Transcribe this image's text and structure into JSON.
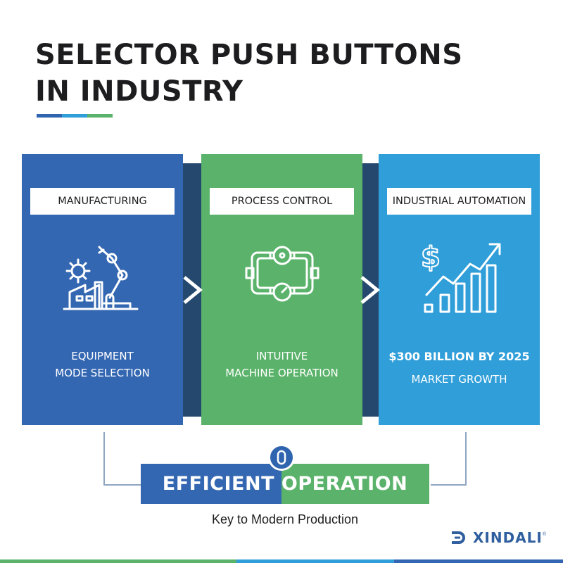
{
  "title": {
    "line1": "SELECTOR PUSH BUTTONS",
    "line2": "IN INDUSTRY"
  },
  "panels": [
    {
      "label": "MANUFACTURING",
      "icon": "factory-robot-arm-icon",
      "color": "#3467b2",
      "text1": "EQUIPMENT",
      "text2": "MODE SELECTION"
    },
    {
      "label": "PROCESS CONTROL",
      "icon": "pipes-gauges-icon",
      "color": "#5bb36b",
      "text1": "INTUITIVE",
      "text2": "MACHINE OPERATION"
    },
    {
      "label": "INDUSTRIAL AUTOMATION",
      "icon": "growth-chart-dollar-icon",
      "color": "#2f9ed9",
      "text1": "$300 BILLION BY 2025",
      "text2": "MARKET GROWTH"
    }
  ],
  "banner": {
    "text1": "EFFICIENT",
    "text2": "OPERATION"
  },
  "tagline": "Key to Modern Production",
  "brand": {
    "name": "XINDALI",
    "reg": "®",
    "icon": "xindali-logo-icon"
  },
  "colors": {
    "dark_blue": "#24486e",
    "blue": "#3467b2",
    "green": "#5bb36b",
    "light_blue": "#2f9ed9",
    "text": "#1d1d1f"
  }
}
